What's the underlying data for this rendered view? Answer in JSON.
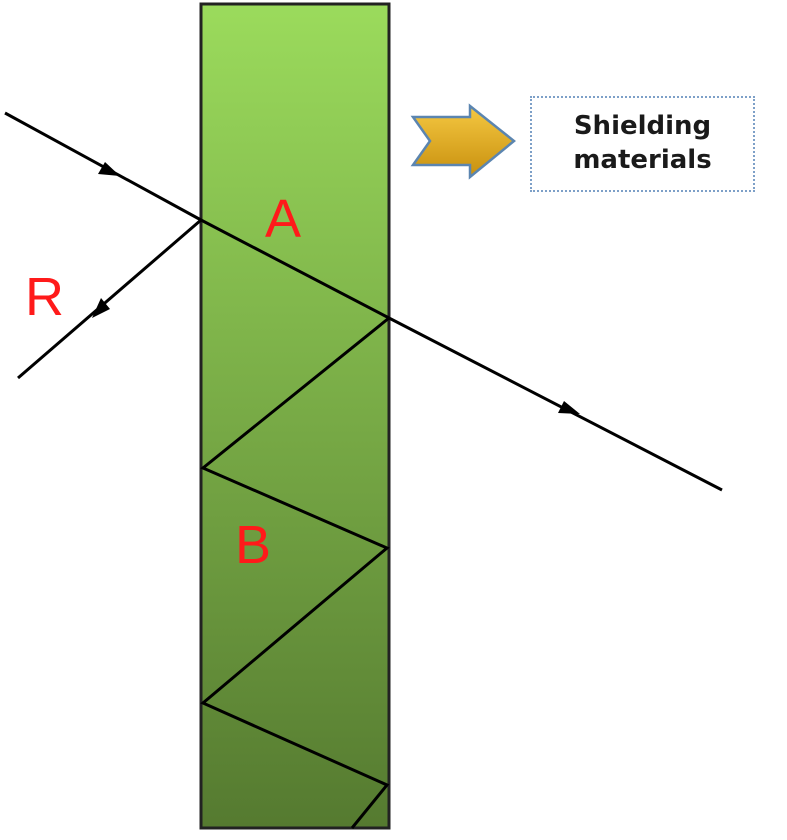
{
  "labels": {
    "a": "A",
    "b": "B",
    "r": "R"
  },
  "callout": {
    "line1": "Shielding",
    "line2": "materials"
  },
  "colors": {
    "slab_top": "#9bdb5c",
    "slab_bottom": "#557a30",
    "label": "#ff1a1a",
    "arrow": "#e8b020"
  }
}
